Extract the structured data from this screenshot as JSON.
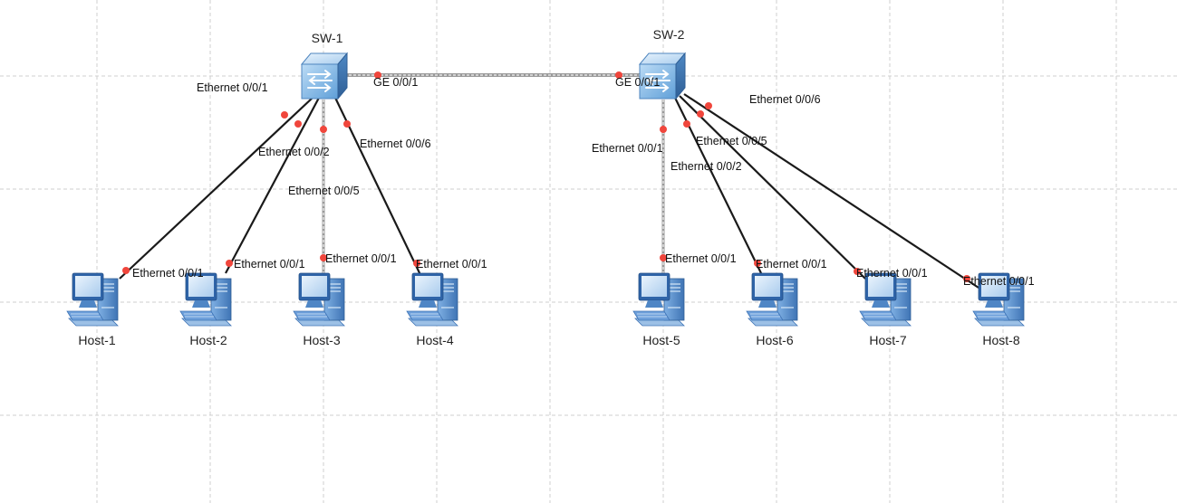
{
  "switches": [
    {
      "id": "sw1",
      "name": "SW-1"
    },
    {
      "id": "sw2",
      "name": "SW-2"
    }
  ],
  "hosts": [
    {
      "id": "h1",
      "name": "Host-1"
    },
    {
      "id": "h2",
      "name": "Host-2"
    },
    {
      "id": "h3",
      "name": "Host-3"
    },
    {
      "id": "h4",
      "name": "Host-4"
    },
    {
      "id": "h5",
      "name": "Host-5"
    },
    {
      "id": "h6",
      "name": "Host-6"
    },
    {
      "id": "h7",
      "name": "Host-7"
    },
    {
      "id": "h8",
      "name": "Host-8"
    }
  ],
  "links": [
    {
      "id": "trunk",
      "a_port": "GE 0/0/1",
      "b_port": "GE 0/0/1"
    },
    {
      "id": "l1",
      "a_port": "Ethernet 0/0/1",
      "b_port": "Ethernet 0/0/1"
    },
    {
      "id": "l2",
      "a_port": "Ethernet 0/0/2",
      "b_port": "Ethernet 0/0/1"
    },
    {
      "id": "l3",
      "a_port": "Ethernet 0/0/5",
      "b_port": "Ethernet 0/0/1"
    },
    {
      "id": "l4",
      "a_port": "Ethernet 0/0/6",
      "b_port": "Ethernet 0/0/1"
    },
    {
      "id": "l5",
      "a_port": "Ethernet 0/0/1",
      "b_port": "Ethernet 0/0/1"
    },
    {
      "id": "l6",
      "a_port": "Ethernet 0/0/2",
      "b_port": "Ethernet 0/0/1"
    },
    {
      "id": "l7",
      "a_port": "Ethernet 0/0/5",
      "b_port": "Ethernet 0/0/1"
    },
    {
      "id": "l8",
      "a_port": "Ethernet 0/0/6",
      "b_port": "Ethernet 0/0/1"
    }
  ],
  "colors": {
    "port_dot": "#f0463c",
    "switch_body": "#6fa8dc",
    "pc_body": "#5b8fd0"
  }
}
